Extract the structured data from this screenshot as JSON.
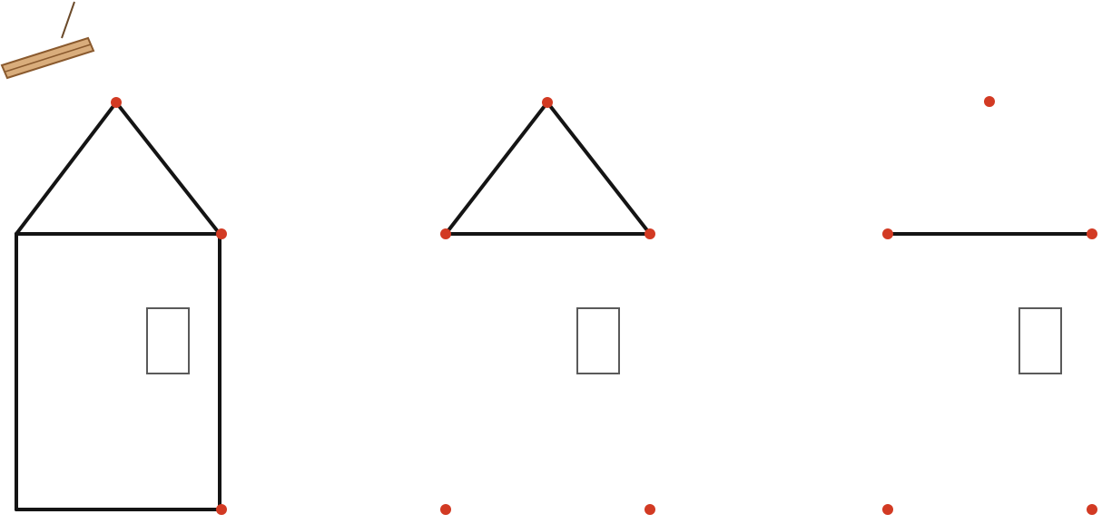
{
  "colors": {
    "background": "#ffffff",
    "dot": "#d23a23",
    "line": "#141414",
    "window_outline": "#5a5a5a",
    "pencil_body": "#d9ad7c",
    "pencil_outline": "#8a5a2e"
  },
  "icons": {
    "pencil": "pencil-icon",
    "dot": "dot-marker",
    "window": "window-rectangle"
  },
  "panels": [
    {
      "name": "panel-complete-house",
      "state": "house fully drawn (roof and walls)",
      "dots": [
        "apex",
        "roof-right",
        "base-right"
      ],
      "lines": [
        "roof-left",
        "roof-right",
        "eave",
        "wall-left",
        "wall-right",
        "floor"
      ]
    },
    {
      "name": "panel-triangle",
      "state": "roof triangle drawn",
      "dots": [
        "apex",
        "roof-left",
        "roof-right",
        "base-left",
        "base-right"
      ],
      "lines": [
        "roof-left",
        "roof-right",
        "eave"
      ]
    },
    {
      "name": "panel-one-line",
      "state": "only eave line drawn",
      "dots": [
        "apex",
        "roof-left",
        "roof-right",
        "base-left",
        "base-right"
      ],
      "lines": [
        "eave"
      ]
    }
  ]
}
